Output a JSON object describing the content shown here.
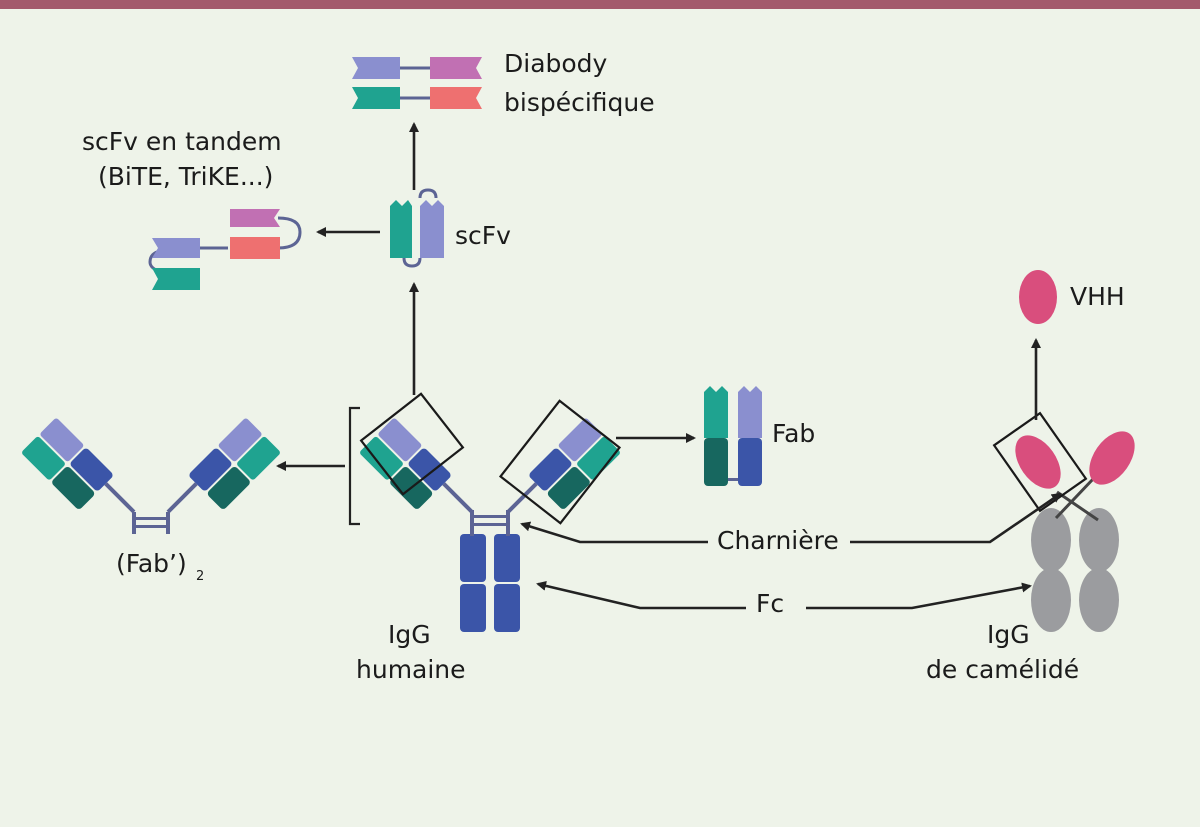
{
  "labels": {
    "diabody_line1": "Diabody",
    "diabody_line2": "bispécifique",
    "tandem_line1": "scFv en tandem",
    "tandem_line2": "(BiTE, TriKE...)",
    "scfv": "scFv",
    "vhh": "VHH",
    "fab": "Fab",
    "fab2": "(Fab’)",
    "fab2_subscript": "2",
    "charniere": "Charnière",
    "fc": "Fc",
    "igg_human_line1": "IgG",
    "igg_human_line2": "humaine",
    "igg_camel_line1": "IgG",
    "igg_camel_line2": "de camélidé"
  },
  "colors": {
    "background": "#eef3e9",
    "top_bar": "#a35a6c",
    "teal_light": "#1fa390",
    "teal_dark": "#17675f",
    "lavender": "#8a8fcf",
    "blue_dark": "#3b55a8",
    "magenta": "#c170b3",
    "salmon": "#ee7070",
    "pink_vhh": "#d94e7d",
    "grey_fc": "#9b9c9f",
    "arrow": "#222222"
  }
}
